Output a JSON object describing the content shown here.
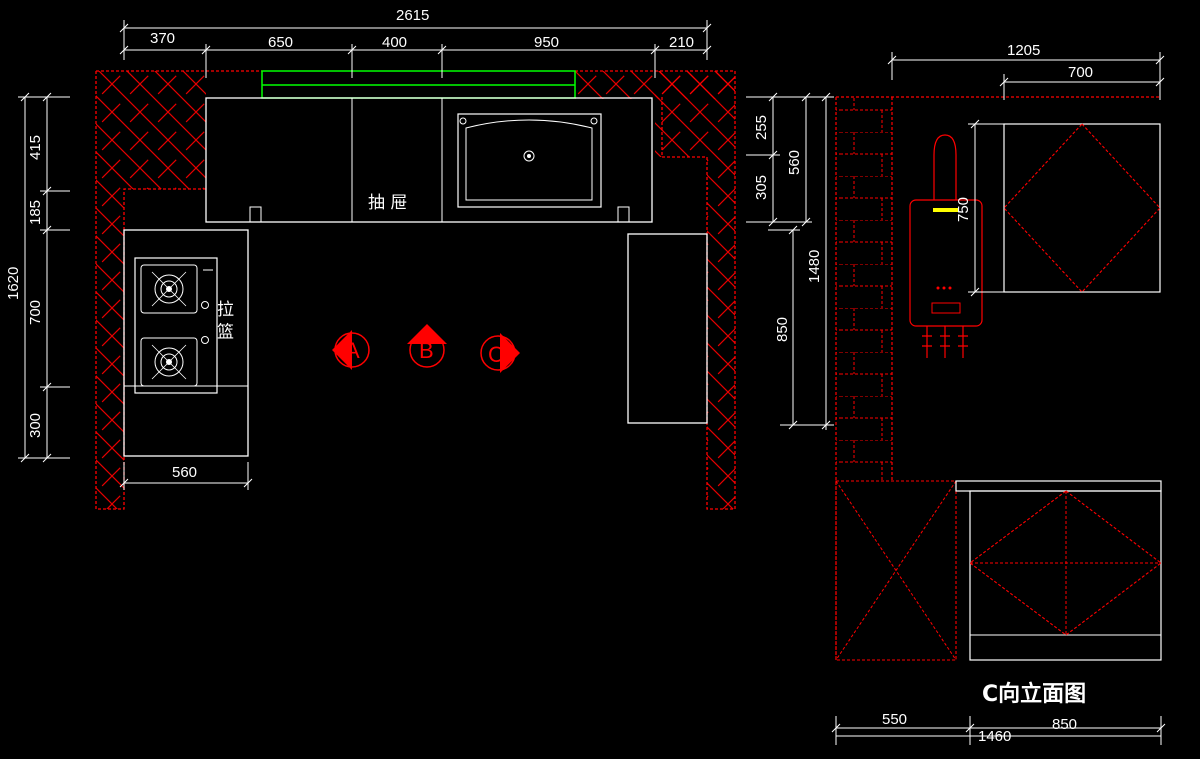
{
  "plan": {
    "dims_top": {
      "overall": "2615",
      "seg1": "370",
      "seg2": "650",
      "seg3": "400",
      "seg4": "950",
      "seg5": "210"
    },
    "dims_left": {
      "overall": "1620",
      "seg1": "415",
      "seg2": "185",
      "seg3": "700",
      "seg4": "300"
    },
    "dim_bottom_left": "560",
    "dims_right": {
      "seg1": "255",
      "seg2": "305",
      "combined": "560",
      "seg3": "850",
      "overall": "1480"
    },
    "label_drawer": "抽 屉",
    "label_basket": "拉 篮",
    "view_markers": [
      "A",
      "B",
      "C"
    ]
  },
  "elevation": {
    "title": "C向立面图",
    "dim_top_overall": "1205",
    "dim_top_cabinet": "700",
    "dim_side": "750",
    "dim_bottom_left": "550",
    "dim_bottom_right": "850",
    "dim_bottom_overall": "1460"
  },
  "colors": {
    "background": "#000000",
    "wall_hatch": "#ff0000",
    "lines": "#ffffff",
    "window": "#00ff00",
    "heater_band": "#ffff00"
  }
}
